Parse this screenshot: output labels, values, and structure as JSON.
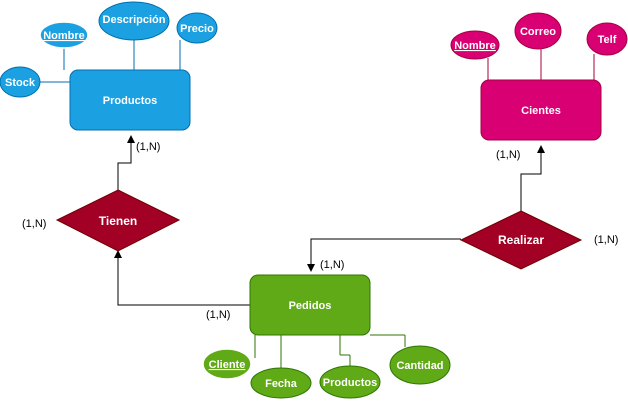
{
  "colors": {
    "blue_fill": "#1ba1e2",
    "blue_stroke": "#006eaf",
    "magenta_fill": "#d80073",
    "magenta_stroke": "#a50040",
    "green_fill": "#60a917",
    "green_stroke": "#2d7600",
    "red_fill": "#a20025",
    "red_stroke": "#6f0000",
    "line": "#000000"
  },
  "entities": {
    "productos": "Productos",
    "clientes": "Cientes",
    "pedidos": "Pedidos"
  },
  "relationships": {
    "tienen": "Tienen",
    "realizar": "Realizar"
  },
  "attributes": {
    "productos": {
      "stock": "Stock",
      "nombre": "Nombre",
      "descripcion": "Descripción",
      "precio": "Precio"
    },
    "clientes": {
      "nombre": "Nombre",
      "correo": "Correo",
      "telf": "Telf"
    },
    "pedidos": {
      "cliente": "Cliente",
      "fecha": "Fecha",
      "productos": "Productos",
      "cantidad": "Cantidad"
    }
  },
  "cardinalities": {
    "productos_tienen": "(1,N)",
    "tienen_left": "(1,N)",
    "pedidos_tienen": "(1,N)",
    "clientes_realizar": "(1,N)",
    "realizar_right": "(1,N)",
    "pedidos_realizar": "(1,N)"
  }
}
